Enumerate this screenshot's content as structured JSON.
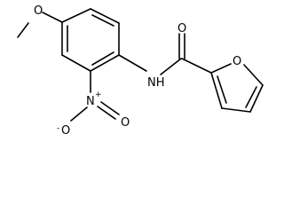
{
  "molecule": {
    "atoms": {
      "methoxy_o": "O",
      "amide_nh": "NH",
      "carbonyl_o": "O",
      "furan_o": "O",
      "nitro_n": "N",
      "nitro_n_charge": "+",
      "nitro_o_upper": "O",
      "nitro_o_lower": "O",
      "nitro_o_lower_charge": "-"
    }
  }
}
